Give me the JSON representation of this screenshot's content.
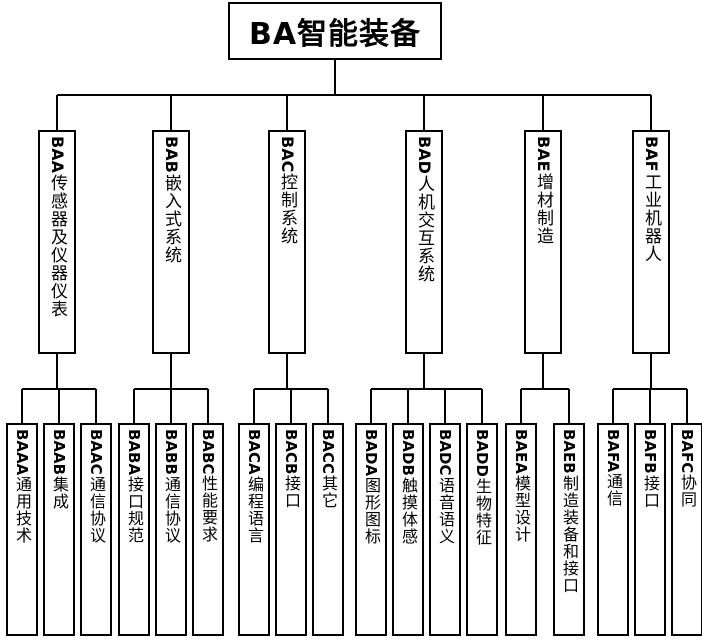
{
  "root": {
    "title": "BA智能装备"
  },
  "categories": [
    {
      "code": "BAA",
      "label": "传感器及仪器仪表",
      "children": [
        {
          "code": "BAAA",
          "label": "通用技术"
        },
        {
          "code": "BAAB",
          "label": "集成"
        },
        {
          "code": "BAAC",
          "label": "通信协议"
        }
      ]
    },
    {
      "code": "BAB",
      "label": "嵌入式系统",
      "children": [
        {
          "code": "BABA",
          "label": "接口规范"
        },
        {
          "code": "BABB",
          "label": "通信协议"
        },
        {
          "code": "BABC",
          "label": "性能要求"
        }
      ]
    },
    {
      "code": "BAC",
      "label": "控制系统",
      "children": [
        {
          "code": "BACA",
          "label": "编程语言"
        },
        {
          "code": "BACB",
          "label": "接口"
        },
        {
          "code": "BACC",
          "label": "其它"
        }
      ]
    },
    {
      "code": "BAD",
      "label": "人机交互系统",
      "children": [
        {
          "code": "BADA",
          "label": "图形图标"
        },
        {
          "code": "BADB",
          "label": "触摸体感"
        },
        {
          "code": "BADC",
          "label": "语音语义"
        },
        {
          "code": "BADD",
          "label": "生物特征"
        }
      ]
    },
    {
      "code": "BAE",
      "label": "增材制造",
      "children": [
        {
          "code": "BAEA",
          "label": "模型设计"
        },
        {
          "code": "BAEB",
          "label": "制造装备和接口"
        }
      ]
    },
    {
      "code": "BAF",
      "label": "工业机器人",
      "children": [
        {
          "code": "BAFA",
          "label": "通信"
        },
        {
          "code": "BAFB",
          "label": "接口"
        },
        {
          "code": "BAFC",
          "label": "协同"
        }
      ]
    }
  ]
}
